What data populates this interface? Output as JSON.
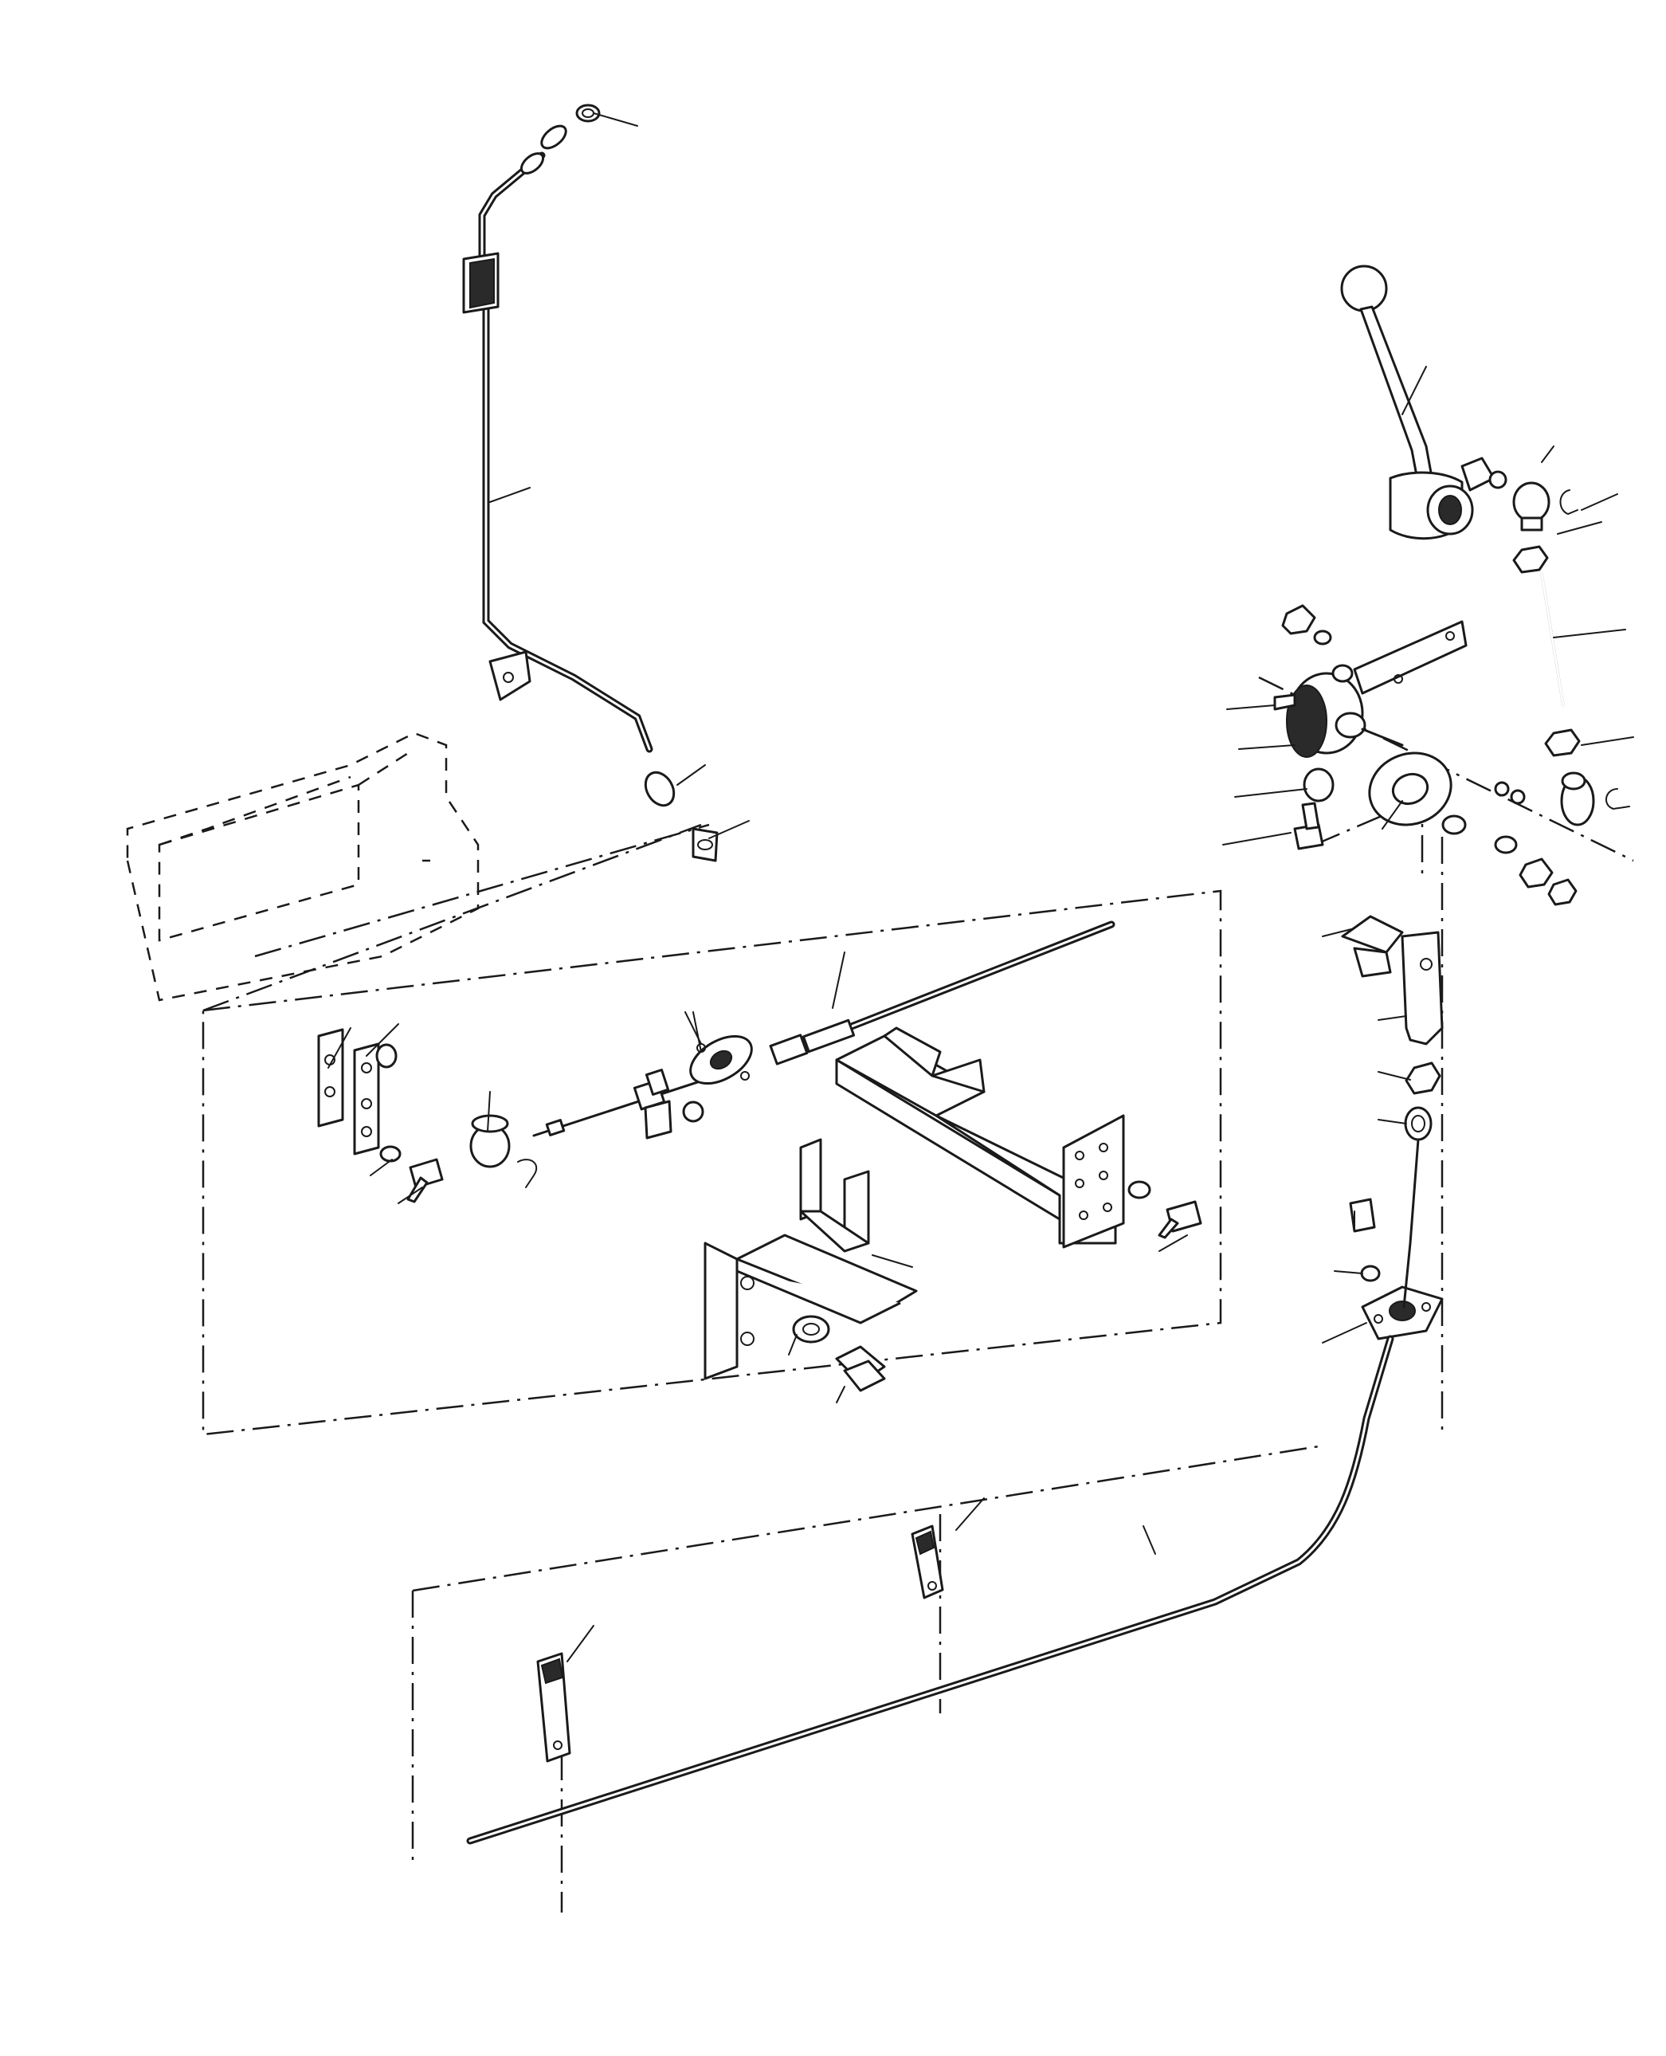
{
  "diagram": {
    "parts": [
      {
        "name": "upper-rod-end-ring"
      },
      {
        "name": "upper-control-rod"
      },
      {
        "name": "rod-clip-bracket"
      },
      {
        "name": "rod-lower-clevis"
      },
      {
        "name": "rod-clip"
      },
      {
        "name": "engine-housing-outline"
      },
      {
        "name": "small-mounting-plate"
      },
      {
        "name": "ball-joint-plate"
      },
      {
        "name": "ball-socket"
      },
      {
        "name": "cable-end-assembly"
      },
      {
        "name": "cable-flange"
      },
      {
        "name": "upper-cable"
      },
      {
        "name": "long-support-bracket"
      },
      {
        "name": "l-mounting-bracket"
      },
      {
        "name": "hand-lever"
      },
      {
        "name": "lever-pivot-hub"
      },
      {
        "name": "lever-arm-plate"
      },
      {
        "name": "friction-washer"
      },
      {
        "name": "threaded-link-rod"
      },
      {
        "name": "rod-end-ball-joint"
      },
      {
        "name": "clevis-yoke"
      },
      {
        "name": "lower-cable-flange"
      },
      {
        "name": "lower-control-cable"
      },
      {
        "name": "cable-clip-upper"
      },
      {
        "name": "cable-clip-lower"
      },
      {
        "name": "hex-bolt"
      },
      {
        "name": "hex-nut"
      },
      {
        "name": "lock-washer"
      },
      {
        "name": "cotter-pin"
      }
    ]
  }
}
